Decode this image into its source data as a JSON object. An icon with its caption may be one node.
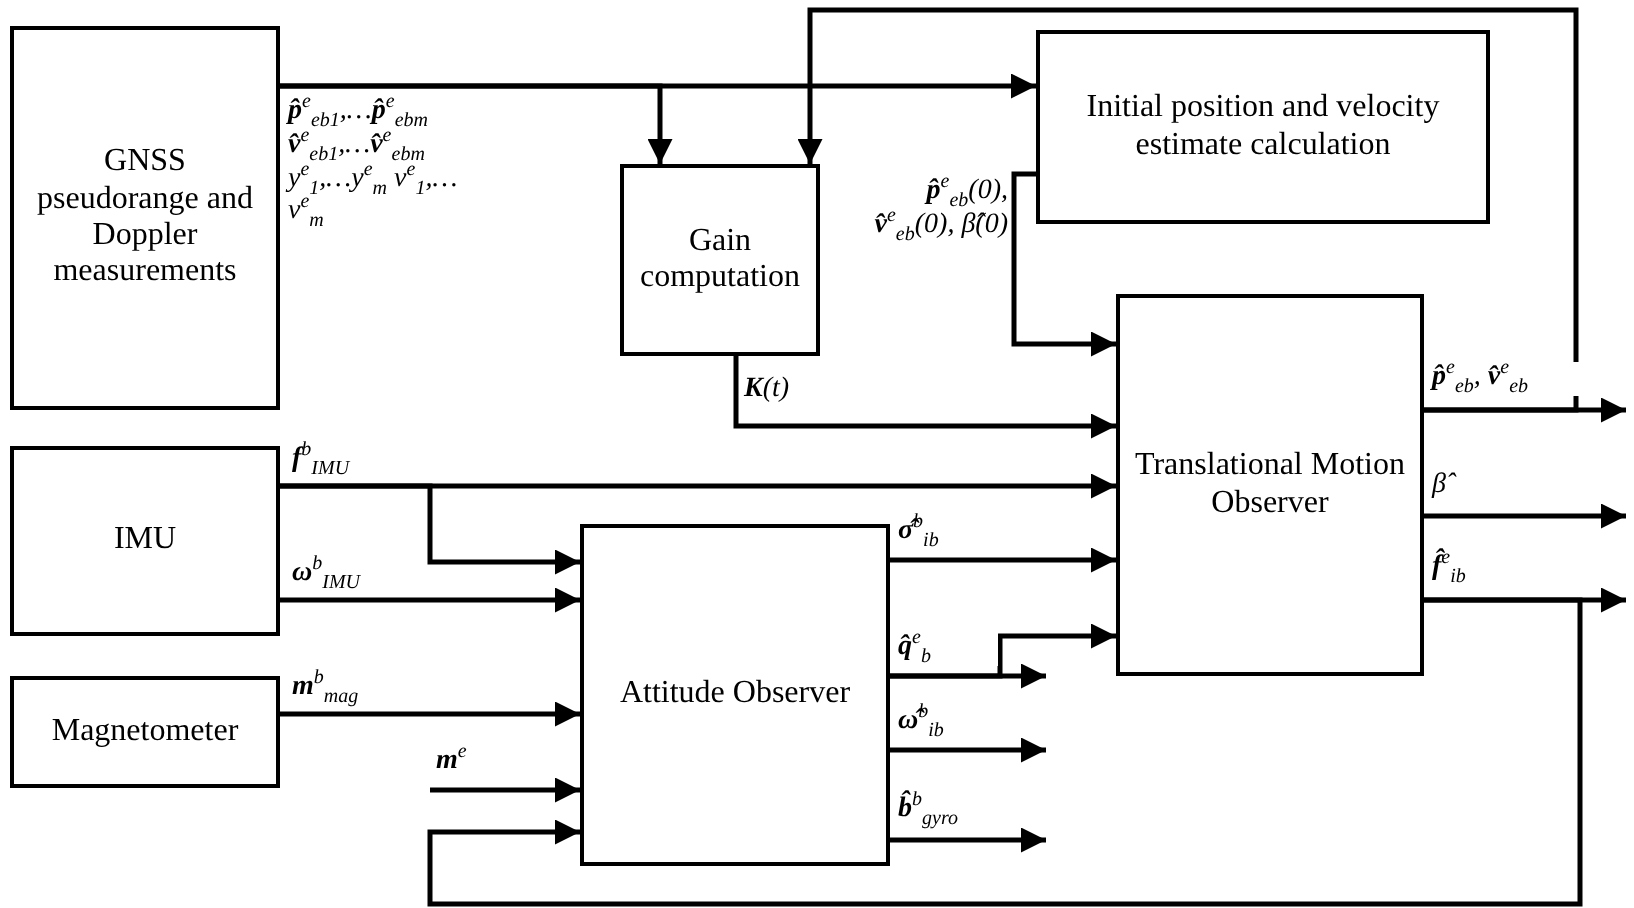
{
  "diagram": {
    "nodes": [
      {
        "text": [
          "GNSS pseudorange and Doppler measurements"
        ]
      },
      {
        "text": [
          "Gain computation"
        ]
      },
      {
        "text": [
          "Initial position and velocity estimate calculation"
        ]
      },
      {
        "text": [
          "Translational Motion Observer"
        ]
      },
      {
        "text": [
          "IMU"
        ]
      },
      {
        "text": [
          "Attitude Observer"
        ]
      },
      {
        "text": [
          "Magnetometer"
        ]
      }
    ],
    "edges": [
      {
        "from": 0,
        "to": 1,
        "arrow": "to",
        "label": "**p̂**$^{e}$$_{eb1}$,…**p̂**$^{e}$$_{ebm}$ **v̂**$^{e}$$_{eb1}$,…**v̂**$^{e}$$_{ebm}$ y$^{e}$$_{1}$,…y$^{e}$$_{m}$ ν$^{e}$$_{1}$,…ν$^{e}$$_{m}$"
      },
      {
        "from": 0,
        "to": 2,
        "arrow": "to"
      },
      {
        "from": 3,
        "to": 1,
        "arrow": "to"
      },
      {
        "from": 3,
        "to": null,
        "arrow": "to",
        "label": "**p̂**$^{e}$$_{eb}$, **v̂**$^{e}$$_{eb}$"
      },
      {
        "from": 2,
        "to": 3,
        "arrow": "to",
        "label": "**p̂**$^{e}$$_{eb}$(0), **v̂**$^{e}$$_{eb}$(0), β̂(0)"
      },
      {
        "from": 1,
        "to": 3,
        "arrow": "to",
        "label": "**K**(t)"
      },
      {
        "from": 4,
        "to": 3,
        "arrow": "to",
        "label": "**f**$^{b}$$_{IMU}$"
      },
      {
        "from": 4,
        "to": 5,
        "arrow": "to"
      },
      {
        "from": 4,
        "to": 5,
        "arrow": "to",
        "label": "**ω**$^{b}$$_{IMU}$"
      },
      {
        "from": 6,
        "to": 5,
        "arrow": "to",
        "label": "**m**$^{b}$$_{mag}$"
      },
      {
        "from": null,
        "to": 5,
        "arrow": "to",
        "label": "**m**$^{e}$"
      },
      {
        "from": 3,
        "to": 5,
        "arrow": "to"
      },
      {
        "from": 3,
        "to": null,
        "arrow": "to",
        "label": "**f̂**$^{e}$$_{ib}$"
      },
      {
        "from": 3,
        "to": null,
        "arrow": "to",
        "label": "β̂"
      },
      {
        "from": 5,
        "to": 3,
        "arrow": "to",
        "label": "**σ̂**$^{b}$$_{ib}$"
      },
      {
        "from": 5,
        "to": 3,
        "arrow": "to"
      },
      {
        "from": 5,
        "to": null,
        "arrow": "to",
        "label": "**q̂**$^{e}$$_{b}$"
      },
      {
        "from": 5,
        "to": null,
        "arrow": "to",
        "label": "**ω̂**$^{b}$$_{ib}$"
      },
      {
        "from": 5,
        "to": null,
        "arrow": "to",
        "label": "**b̂**$^{b}$$_{gyro}$"
      }
    ]
  }
}
